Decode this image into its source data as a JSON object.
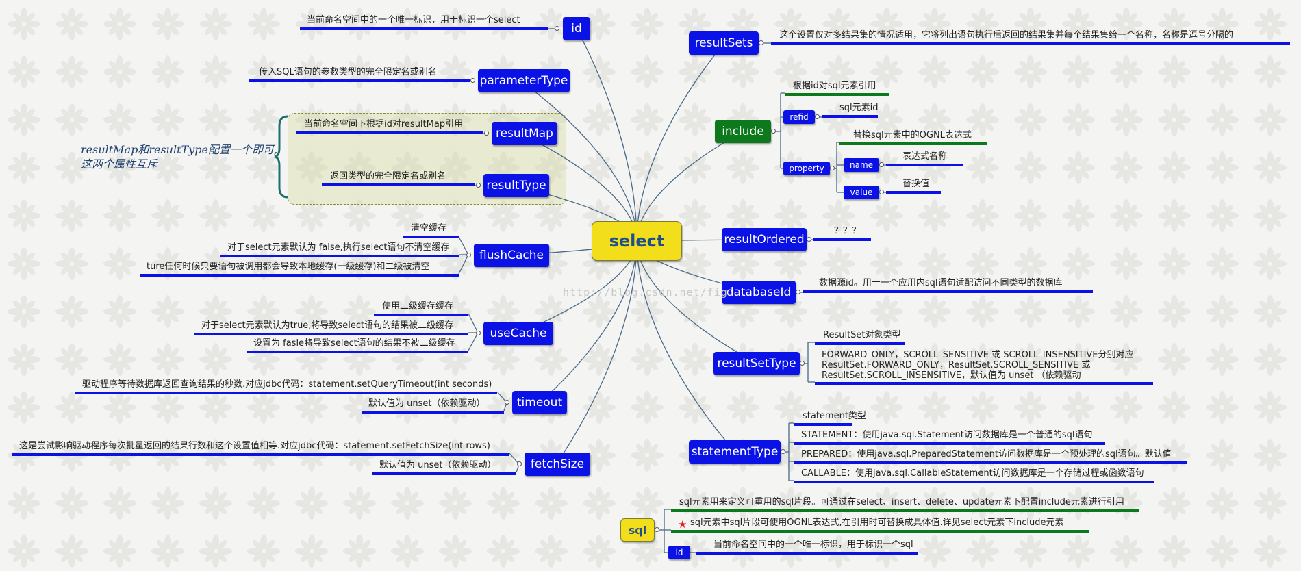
{
  "root": {
    "label": "select"
  },
  "left": {
    "id": {
      "label": "id",
      "notes": [
        "当前命名空间中的一个唯一标识，用于标识一个select"
      ]
    },
    "parameterType": {
      "label": "parameterType",
      "notes": [
        "传入SQL语句的参数类型的完全限定名或别名"
      ]
    },
    "resultMap": {
      "label": "resultMap",
      "notes": [
        "当前命名空间下根据id对resultMap引用"
      ]
    },
    "resultType": {
      "label": "resultType",
      "notes": [
        "返回类型的完全限定名或别名"
      ]
    },
    "group_note": [
      "resultMap和resultType配置一个即可,",
      "这两个属性互斥"
    ],
    "flushCache": {
      "label": "flushCache",
      "notes": [
        "清空缓存",
        "对于select元素默认为 false,执行select语句不清空缓存",
        "ture任何时候只要语句被调用都会导致本地缓存(一级缓存)和二级被清空"
      ]
    },
    "useCache": {
      "label": "useCache",
      "notes": [
        "使用二级缓存缓存",
        "对于select元素默认为true,将导致select语句的结果被二级缓存",
        "设置为 fasle将导致select语句的结果不被二级缓存"
      ]
    },
    "timeout": {
      "label": "timeout",
      "notes": [
        "驱动程序等待数据库返回查询结果的秒数.对应jdbc代码：statement.setQueryTimeout(int seconds)",
        "默认值为 unset（依赖驱动）"
      ]
    },
    "fetchSize": {
      "label": "fetchSize",
      "notes": [
        "这是尝试影响驱动程序每次批量返回的结果行数和这个设置值相等.对应jdbc代码：statement.setFetchSize(int rows)",
        "默认值为 unset（依赖驱动）"
      ]
    }
  },
  "right": {
    "resultSets": {
      "label": "resultSets",
      "notes": [
        "这个设置仅对多结果集的情况适用，它将列出语句执行后返回的结果集并每个结果集给一个名称，名称是逗号分隔的"
      ]
    },
    "include": {
      "label": "include",
      "desc": "根据id对sql元素引用",
      "refid": {
        "label": "refid",
        "note": "sql元素id"
      },
      "property": {
        "label": "property",
        "desc": "替换sql元素中的OGNL表达式",
        "name": {
          "label": "name",
          "note": "表达式名称"
        },
        "value": {
          "label": "value",
          "note": "替换值"
        }
      }
    },
    "resultOrdered": {
      "label": "resultOrdered",
      "notes": [
        "？？？"
      ]
    },
    "databaseId": {
      "label": "databaseId",
      "notes": [
        "数据源id。用于一个应用内sql语句适配访问不同类型的数据库"
      ]
    },
    "resultSetType": {
      "label": "resultSetType",
      "notes": [
        "ResultSet对象类型",
        "FORWARD_ONLY，SCROLL_SENSITIVE 或 SCROLL_INSENSITIVE分别对应ResultSet.FORWARD_ONLY，ResultSet.SCROLL_SENSITIVE 或ResultSet.SCROLL_INSENSITIVE，默认值为 unset （依赖驱动"
      ]
    },
    "statementType": {
      "label": "statementType",
      "notes": [
        "statement类型",
        "STATEMENT：使用java.sql.Statement访问数据库是一个普通的sql语句",
        "PREPARED：使用java.sql.PreparedStatement访问数据库是一个预处理的sql语句。默认值",
        "CALLABLE：使用java.sql.CallableStatement访问数据库是一个存储过程或函数语句"
      ]
    }
  },
  "sql": {
    "label": "sql",
    "notes": [
      "sql元素用来定义可重用的sql片段。可通过在select、insert、delete、update元素下配置include元素进行引用",
      "sql元素中sql片段可使用OGNL表达式,在引用时可替换成具体值.详见select元素下include元素"
    ],
    "id": {
      "label": "id",
      "note": "当前命名空间中的一个唯一标识，用于标识一个sql"
    }
  },
  "watermark": "http://blog.csdn.net/fig"
}
